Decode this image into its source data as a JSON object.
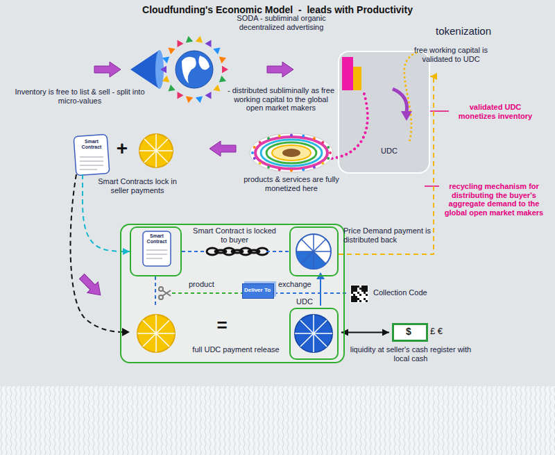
{
  "diagram": {
    "title": "Cloudfunding's Economic Model  -  leads with Productivity",
    "nodes": [
      {
        "text": [
          "tokenization",
          "UDC"
        ]
      },
      {
        "text": [
          "Smart Contract"
        ]
      },
      {
        "text": [
          "Smart Contract is locked to buyer",
          "=",
          "full UDC payment release"
        ]
      },
      {
        "text": [
          "Smart Contract"
        ],
        "in": 2
      },
      {
        "text": [
          "Price Demand payment is distributed back"
        ],
        "in": 2
      },
      {
        "text": [
          "Deliver To"
        ],
        "in": 2
      },
      {
        "text": [
          "UDC"
        ],
        "in": 2
      },
      {
        "text": [
          "$"
        ]
      }
    ],
    "edges": [
      {
        "from": 1,
        "to": 3,
        "arrow": "to"
      },
      {
        "from": 4,
        "to": 0,
        "arrow": "to"
      },
      {
        "from": 6,
        "to": 7,
        "arrow": "both"
      }
    ],
    "labels": [
      "Inventory is free to list & sell - split into micro-values",
      "SODA - subliminal organic decentralized advertising",
      "- distributed subliminally as free working capital to the global open market makers",
      "free working capital is validated to UDC",
      "validated UDC monetizes inventory",
      "+",
      "Smart Contracts lock in seller payments",
      "products & services are fully monetized here",
      "recycling mechanism for distributing the buyer's aggregate demand to the global open market makers",
      "product",
      "exchange",
      "Collection Code",
      "liquidity at seller's cash register with local cash",
      "£ €"
    ]
  }
}
